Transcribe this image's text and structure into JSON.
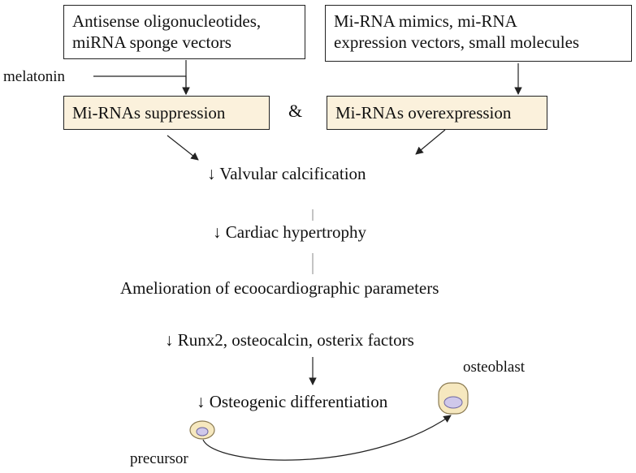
{
  "top_left_box": {
    "line1": "Antisense oligonucleotides,",
    "line2": "miRNA sponge vectors"
  },
  "top_right_box": {
    "line1": "Mi-RNA mimics, mi-RNA",
    "line2": "expression vectors, small molecules"
  },
  "melatonin": "melatonin",
  "suppression": "Mi-RNAs suppression",
  "ampersand": "&",
  "overexpression": "Mi-RNAs overexpression",
  "steps": {
    "valvular": "↓ Valvular calcification",
    "cardiac": "↓ Cardiac hypertrophy",
    "amelioration": "Amelioration of ecoocardiographic parameters",
    "runx2": "↓ Runx2, osteocalcin, osterix factors",
    "osteogenic": "↓ Osteogenic differentiation"
  },
  "osteoblast": "osteoblast",
  "precursor": "precursor",
  "colors": {
    "highlight_box": "#fbf1dc",
    "cell_fill": "#f6e8bf",
    "nucleus": "#cfc8ea"
  }
}
